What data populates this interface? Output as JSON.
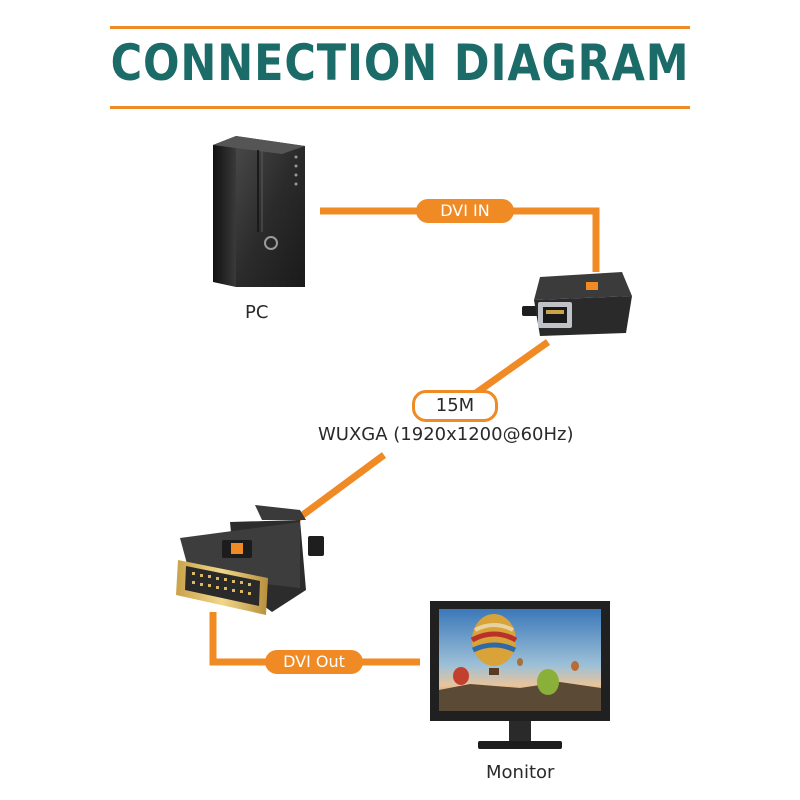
{
  "title": "CONNECTION DIAGRAM",
  "colors": {
    "accent": "#f08a24",
    "title": "#1b6b69"
  },
  "nodes": {
    "pc": {
      "label": "PC"
    },
    "monitor": {
      "label": "Monitor"
    }
  },
  "links": {
    "dvi_in": {
      "label": "DVI IN"
    },
    "distance": {
      "label": "15M"
    },
    "resolution": {
      "label": "WUXGA (1920x1200@60Hz)"
    },
    "dvi_out": {
      "label": "DVI Out"
    }
  }
}
